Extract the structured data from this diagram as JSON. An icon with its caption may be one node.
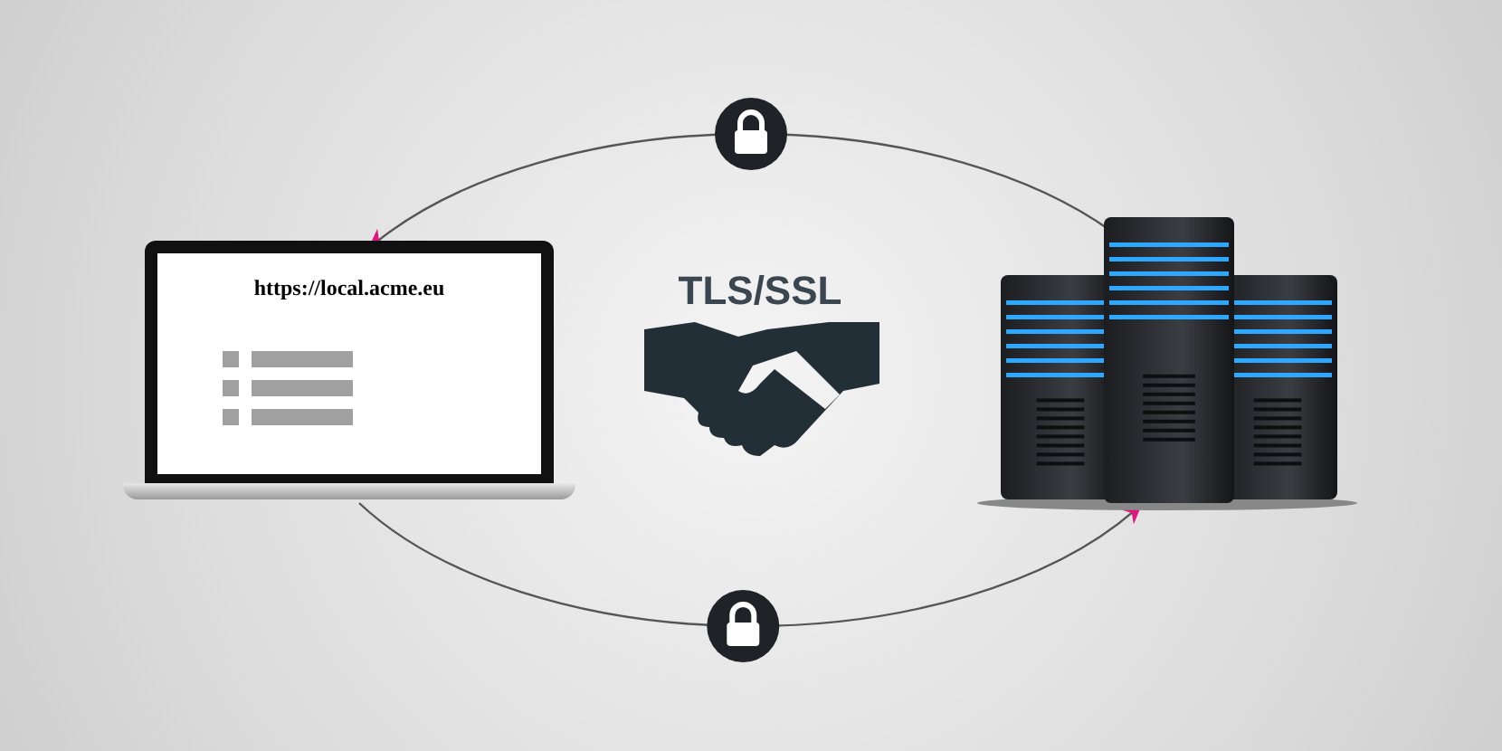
{
  "diagram": {
    "nodes": [
      {
        "text": [
          "https://local.acme.eu"
        ]
      },
      {
        "text": [],
        "shape": "picture"
      }
    ],
    "edges": [
      {
        "from": 1,
        "to": 0,
        "arrow": "to"
      },
      {
        "from": 0,
        "to": 1,
        "arrow": "to"
      }
    ],
    "labels": [
      "TLS/SSL"
    ]
  }
}
